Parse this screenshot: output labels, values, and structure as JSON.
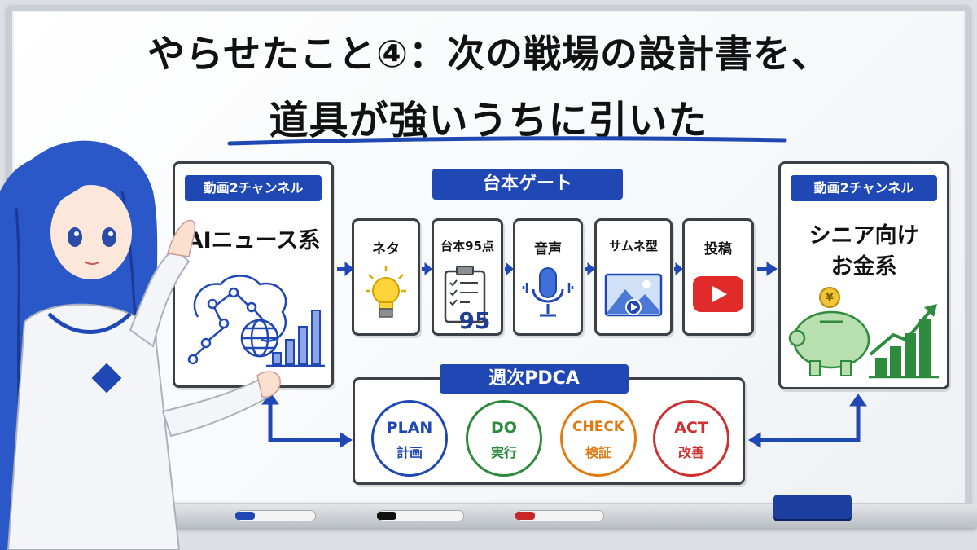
{
  "title": {
    "line1": "やらせたこと④：次の戦場の設計書を、",
    "line2": "道具が強いうちに引いた"
  },
  "left_card": {
    "tag": "動画2チャンネル",
    "name": "AIニュース系"
  },
  "right_card": {
    "tag": "動画2チャンネル",
    "name_line1": "シニア向け",
    "name_line2": "お金系",
    "coin_symbol": "¥"
  },
  "gate": {
    "title": "台本ゲート",
    "steps": [
      {
        "label": "ネタ",
        "icon": "lightbulb-icon"
      },
      {
        "label": "台本95点",
        "icon": "clipboard-checklist-icon",
        "score": "95"
      },
      {
        "label": "音声",
        "icon": "microphone-icon"
      },
      {
        "label": "サムネ型",
        "icon": "thumbnail-image-icon"
      },
      {
        "label": "投稿",
        "icon": "video-play-icon"
      }
    ]
  },
  "pdca": {
    "title": "週次PDCA",
    "cycle": [
      {
        "en": "PLAN",
        "jp": "計画",
        "color": "#1f48b4"
      },
      {
        "en": "DO",
        "jp": "実行",
        "color": "#2e8b3e"
      },
      {
        "en": "CHECK",
        "jp": "検証",
        "color": "#e07b12"
      },
      {
        "en": "ACT",
        "jp": "改善",
        "color": "#cf2f2f"
      }
    ]
  },
  "colors": {
    "accent_blue": "#1f48b4",
    "card_border": "#3b3f46",
    "icon_green": "#2e8b3e"
  }
}
